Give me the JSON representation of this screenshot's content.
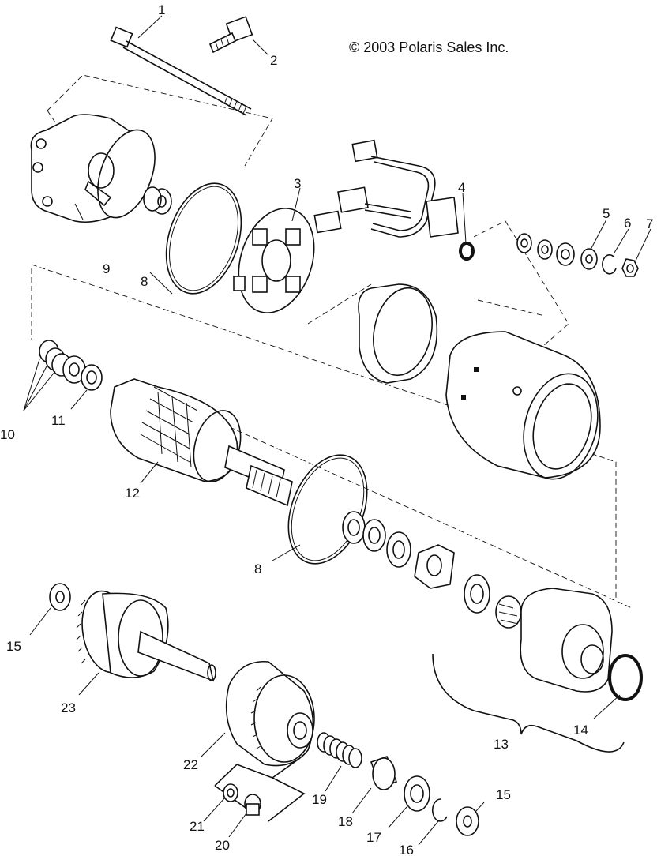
{
  "copyright": "© 2003 Polaris Sales Inc.",
  "callouts": [
    "1",
    "2",
    "3",
    "4",
    "5",
    "6",
    "7",
    "8",
    "9",
    "10",
    "11",
    "12",
    "8",
    "13",
    "14",
    "15",
    "23",
    "22",
    "21",
    "20",
    "19",
    "18",
    "17",
    "16",
    "15"
  ],
  "colors": {
    "ink": "#111111",
    "background": "#ffffff"
  }
}
